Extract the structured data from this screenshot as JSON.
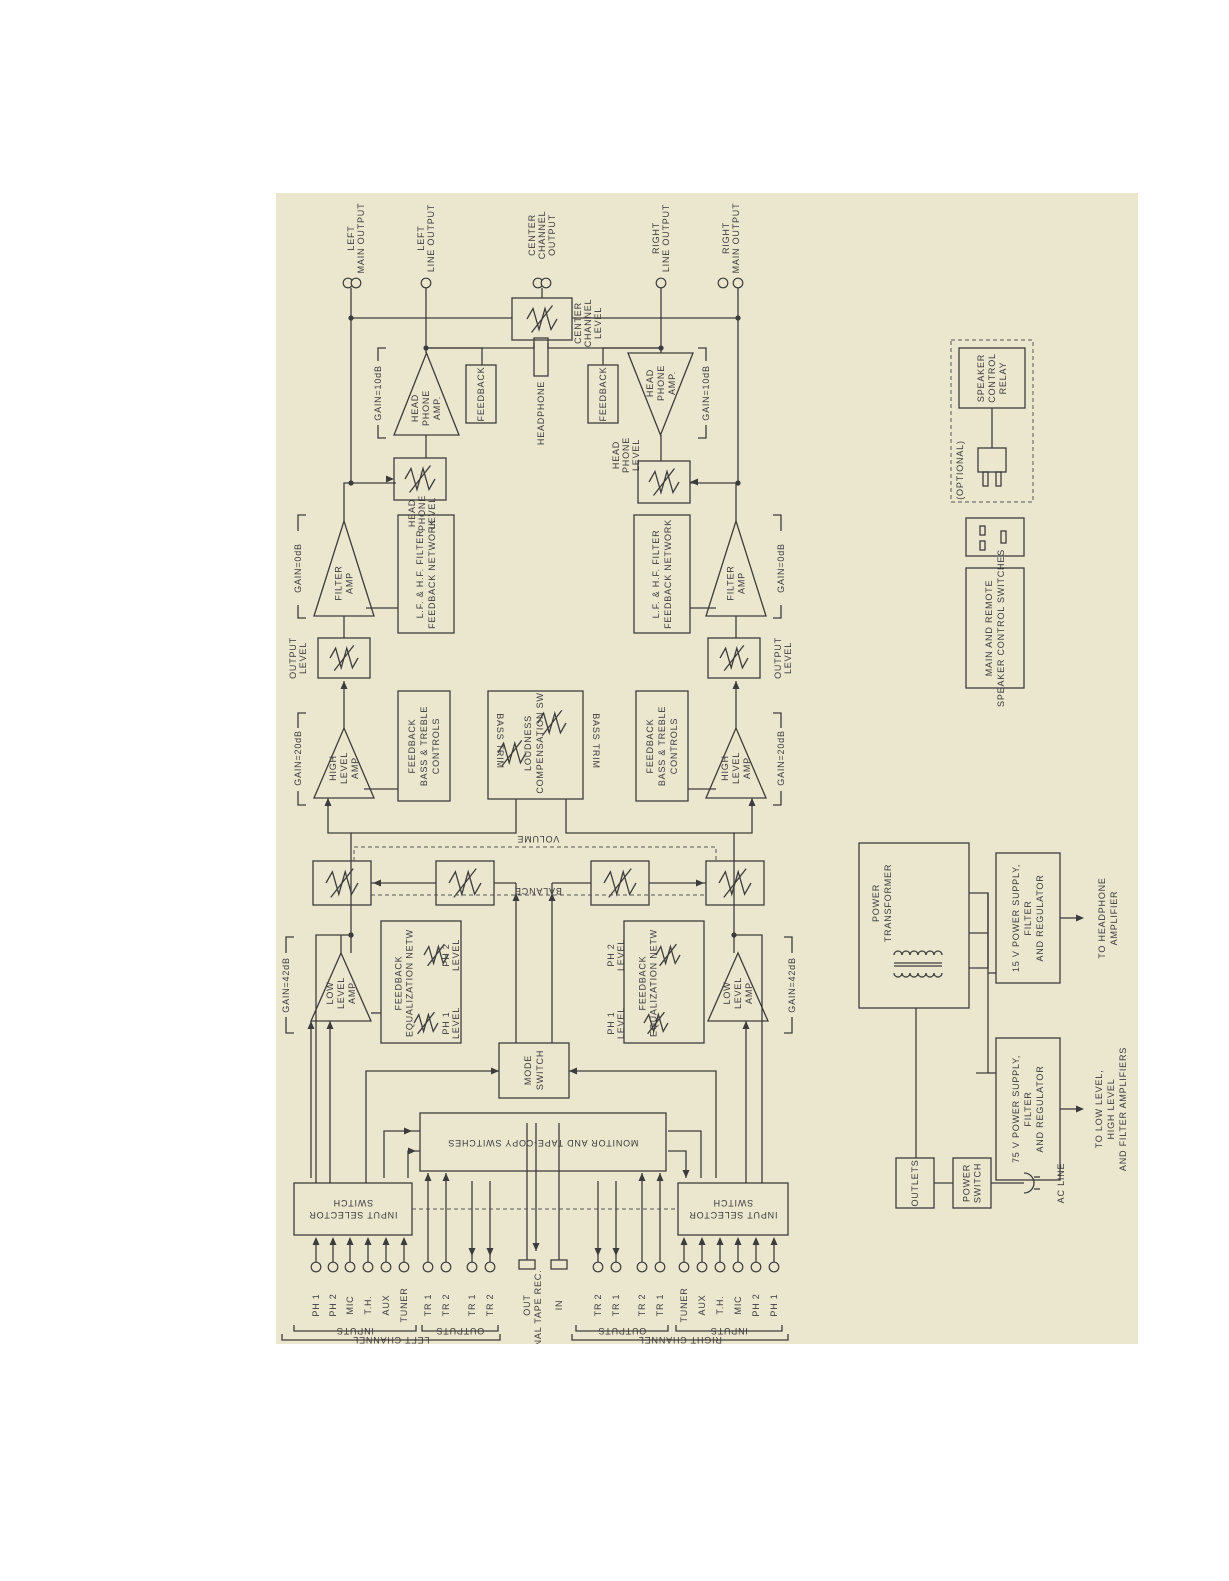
{
  "colors": {
    "panel_background": "#ebe7cf",
    "line": "#3c3c3c"
  },
  "left_channel": {
    "channel": "LEFT CHANNEL",
    "inputs_group": "INPUTS",
    "outputs_group": "OUTPUTS",
    "inputs": [
      "PH 1",
      "PH 2",
      "MIC",
      "T.H.",
      "AUX",
      "TUNER"
    ],
    "outputs": [
      "TR 1",
      "TR 2",
      "TR 1",
      "TR 2"
    ],
    "input_selector": "INPUT SELECTOR SWITCH",
    "low_level_amp": "LOW LEVEL AMP",
    "low_gain": "GAIN=42dB",
    "eq_network": "FEEDBACK EQUALIZATION NETW",
    "ph1_level": "PH 1 LEVEL",
    "ph2_level": "PH 2 LEVEL",
    "high_level_amp": "HIGH LEVEL AMP",
    "high_gain": "GAIN=20dB",
    "tone_controls": "FEEDBACK BASS & TREBLE CONTROLS",
    "output_level": "OUTPUT LEVEL",
    "filter_amp": "FILTER AMP",
    "filter_gain": "GAIN=0dB",
    "filter_network": "L.F. & H.F. FILTER FEEDBACK NETWORK",
    "headphone_level": "HEAD PHONE LEVEL",
    "headphone_amp": "HEAD PHONE AMP.",
    "headphone_gain": "GAIN=10dB",
    "feedback": "FEEDBACK",
    "line_output": "LEFT LINE OUTPUT",
    "main_output": "LEFT MAIN OUTPUT"
  },
  "right_channel": {
    "channel": "RIGHT CHANNEL",
    "inputs_group": "INPUTS",
    "outputs_group": "OUTPUTS",
    "inputs": [
      "TUNER",
      "AUX",
      "T.H.",
      "MIC",
      "PH 2",
      "PH 1"
    ],
    "outputs": [
      "TR 2",
      "TR 1",
      "TR 2",
      "TR 1"
    ],
    "input_selector": "INPUT SELECTOR SWITCH",
    "low_level_amp": "LOW LEVEL AMP",
    "low_gain": "GAIN=42dB",
    "eq_network": "FEEDBACK EQUALIZATION NETW",
    "ph1_level": "PH 1 LEVEL",
    "ph2_level": "PH 2 LEVEL",
    "high_level_amp": "HIGH LEVEL AMP",
    "high_gain": "GAIN=20dB",
    "tone_controls": "FEEDBACK BASS & TREBLE CONTROLS",
    "output_level": "OUTPUT LEVEL",
    "filter_amp": "FILTER AMP",
    "filter_gain": "GAIN=0dB",
    "filter_network": "L.F. & H.F. FILTER FEEDBACK NETWORK",
    "headphone_level": "HEAD PHONE LEVEL",
    "headphone_amp": "HEAD PHONE AMP.",
    "headphone_gain": "GAIN=10dB",
    "feedback": "FEEDBACK",
    "line_output": "RIGHT LINE OUTPUT",
    "main_output": "RIGHT MAIN OUTPUT"
  },
  "center": {
    "tape_group": "EXTERNAL TAPE REC.",
    "tape_out": "OUT",
    "tape_in": "IN",
    "monitor_switches": "MONITOR AND TAPE-COPY SWITCHES",
    "mode_switch": "MODE SWITCH",
    "balance": "BALANCE",
    "volume": "VOLUME",
    "bass_trim_1": "BASS TRIM",
    "bass_trim_2": "BASS TRIM",
    "loudness": "LOUDNESS COMPENSATION SW",
    "headphone": "HEADPHONE",
    "center_level": "CENTER CHANNEL LEVEL",
    "center_output": "CENTER CHANNEL OUTPUT"
  },
  "power": {
    "transformer": "POWER TRANSFORMER",
    "outlets": "OUTLETS",
    "power_switch": "POWER SWITCH",
    "ac_line": "AC LINE",
    "supply_75": "75 V POWER SUPPLY, FILTER AND REGULATOR",
    "supply_15": "15 V POWER SUPPLY, FILTER AND REGULATOR",
    "to_amplifiers": "TO LOW LEVEL, HIGH LEVEL AND FILTER AMPLIFIERS",
    "to_headphone": "TO HEADPHONE AMPLIFIER"
  },
  "speaker": {
    "switches": "MAIN AND REMOTE SPEAKER CONTROL SWITCHES",
    "optional": "(OPTIONAL)",
    "relay": "SPEAKER CONTROL RELAY"
  }
}
